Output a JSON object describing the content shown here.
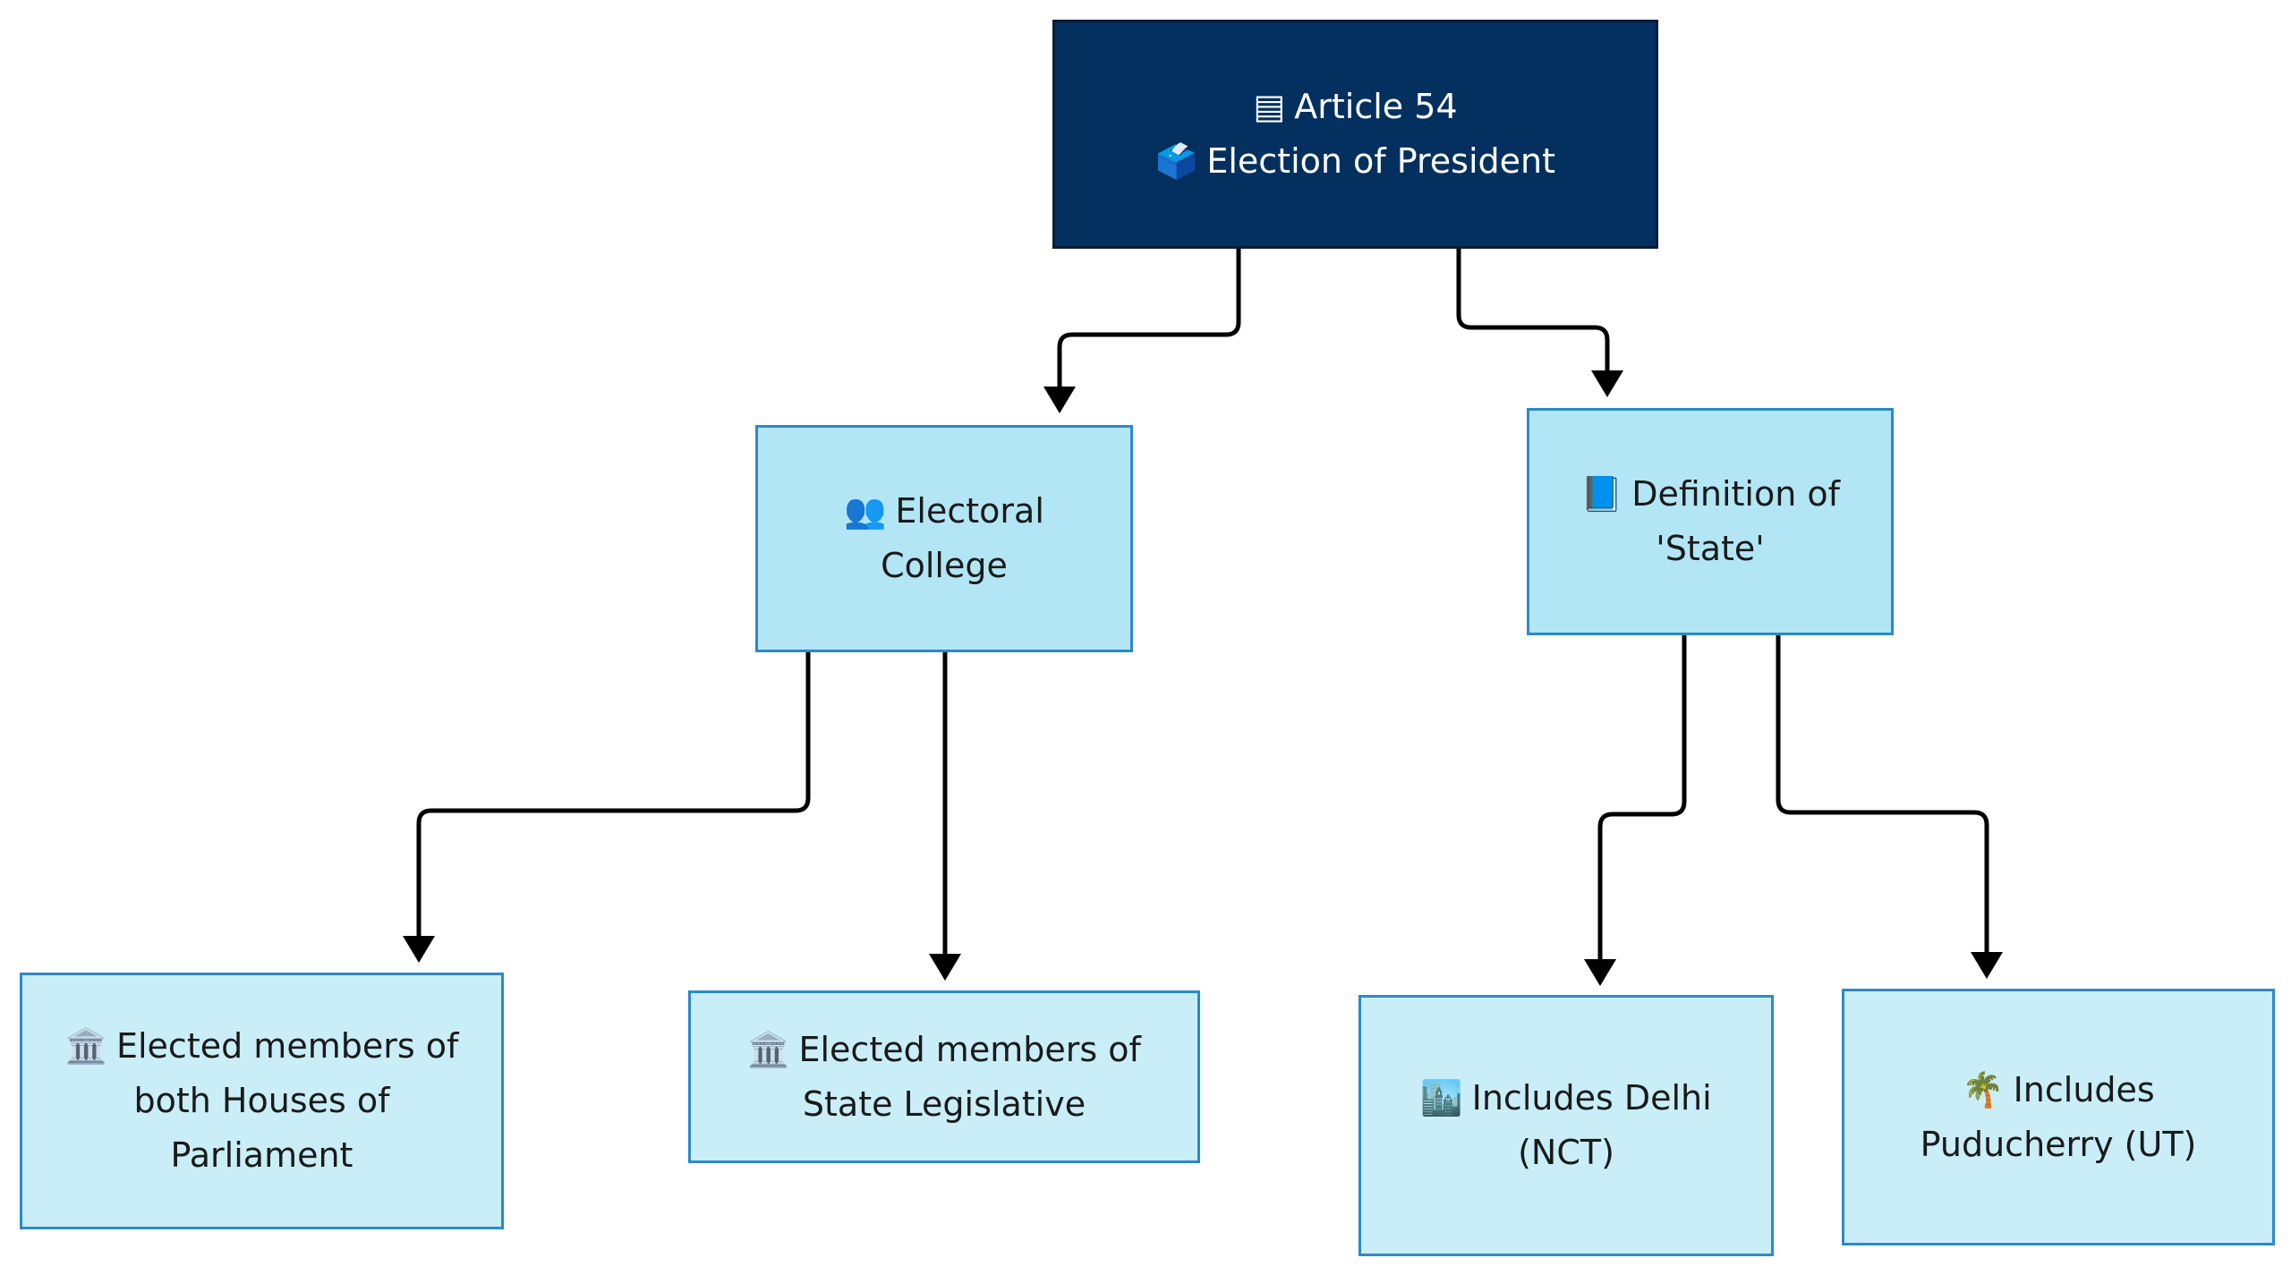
{
  "diagram": {
    "nodes": {
      "root": {
        "line1": "Article 54",
        "line1_icon": "▤",
        "line1_icon_name": "document-icon",
        "line2": "Election of President",
        "line2_icon": "🗳️",
        "line2_icon_name": "ballot-box-icon"
      },
      "electoral_college": {
        "line1": "Electoral",
        "line2": "College",
        "icon": "👥",
        "icon_name": "people-icon"
      },
      "definition_state": {
        "line1": "Definition of",
        "line2": "'State'",
        "icon": "📘",
        "icon_name": "blue-book-icon"
      },
      "parliament": {
        "line1": "Elected members of",
        "line2": "both Houses of",
        "line3": "Parliament",
        "icon": "🏛️",
        "icon_name": "classical-building-icon"
      },
      "state_legislative": {
        "line1": "Elected members of",
        "line2": "State Legislative",
        "icon": "🏛️",
        "icon_name": "classical-building-icon"
      },
      "delhi": {
        "line1": "Includes Delhi",
        "line2": "(NCT)",
        "icon": "🏙️",
        "icon_name": "cityscape-icon"
      },
      "puducherry": {
        "line1": "Includes",
        "line2": "Puducherry (UT)",
        "icon": "🌴",
        "icon_name": "palm-tree-icon"
      }
    },
    "edges": [
      {
        "from": "root",
        "to": "electoral_college"
      },
      {
        "from": "root",
        "to": "definition_state"
      },
      {
        "from": "electoral_college",
        "to": "parliament"
      },
      {
        "from": "electoral_college",
        "to": "state_legislative"
      },
      {
        "from": "definition_state",
        "to": "delhi"
      },
      {
        "from": "definition_state",
        "to": "puducherry"
      }
    ],
    "colors": {
      "root_fill": "#03305f",
      "root_text": "#ffffff",
      "node_fill": "#b3e6f5",
      "leaf_fill": "#c9eef8",
      "node_border": "#2b8ac9",
      "connector": "#000000"
    }
  }
}
